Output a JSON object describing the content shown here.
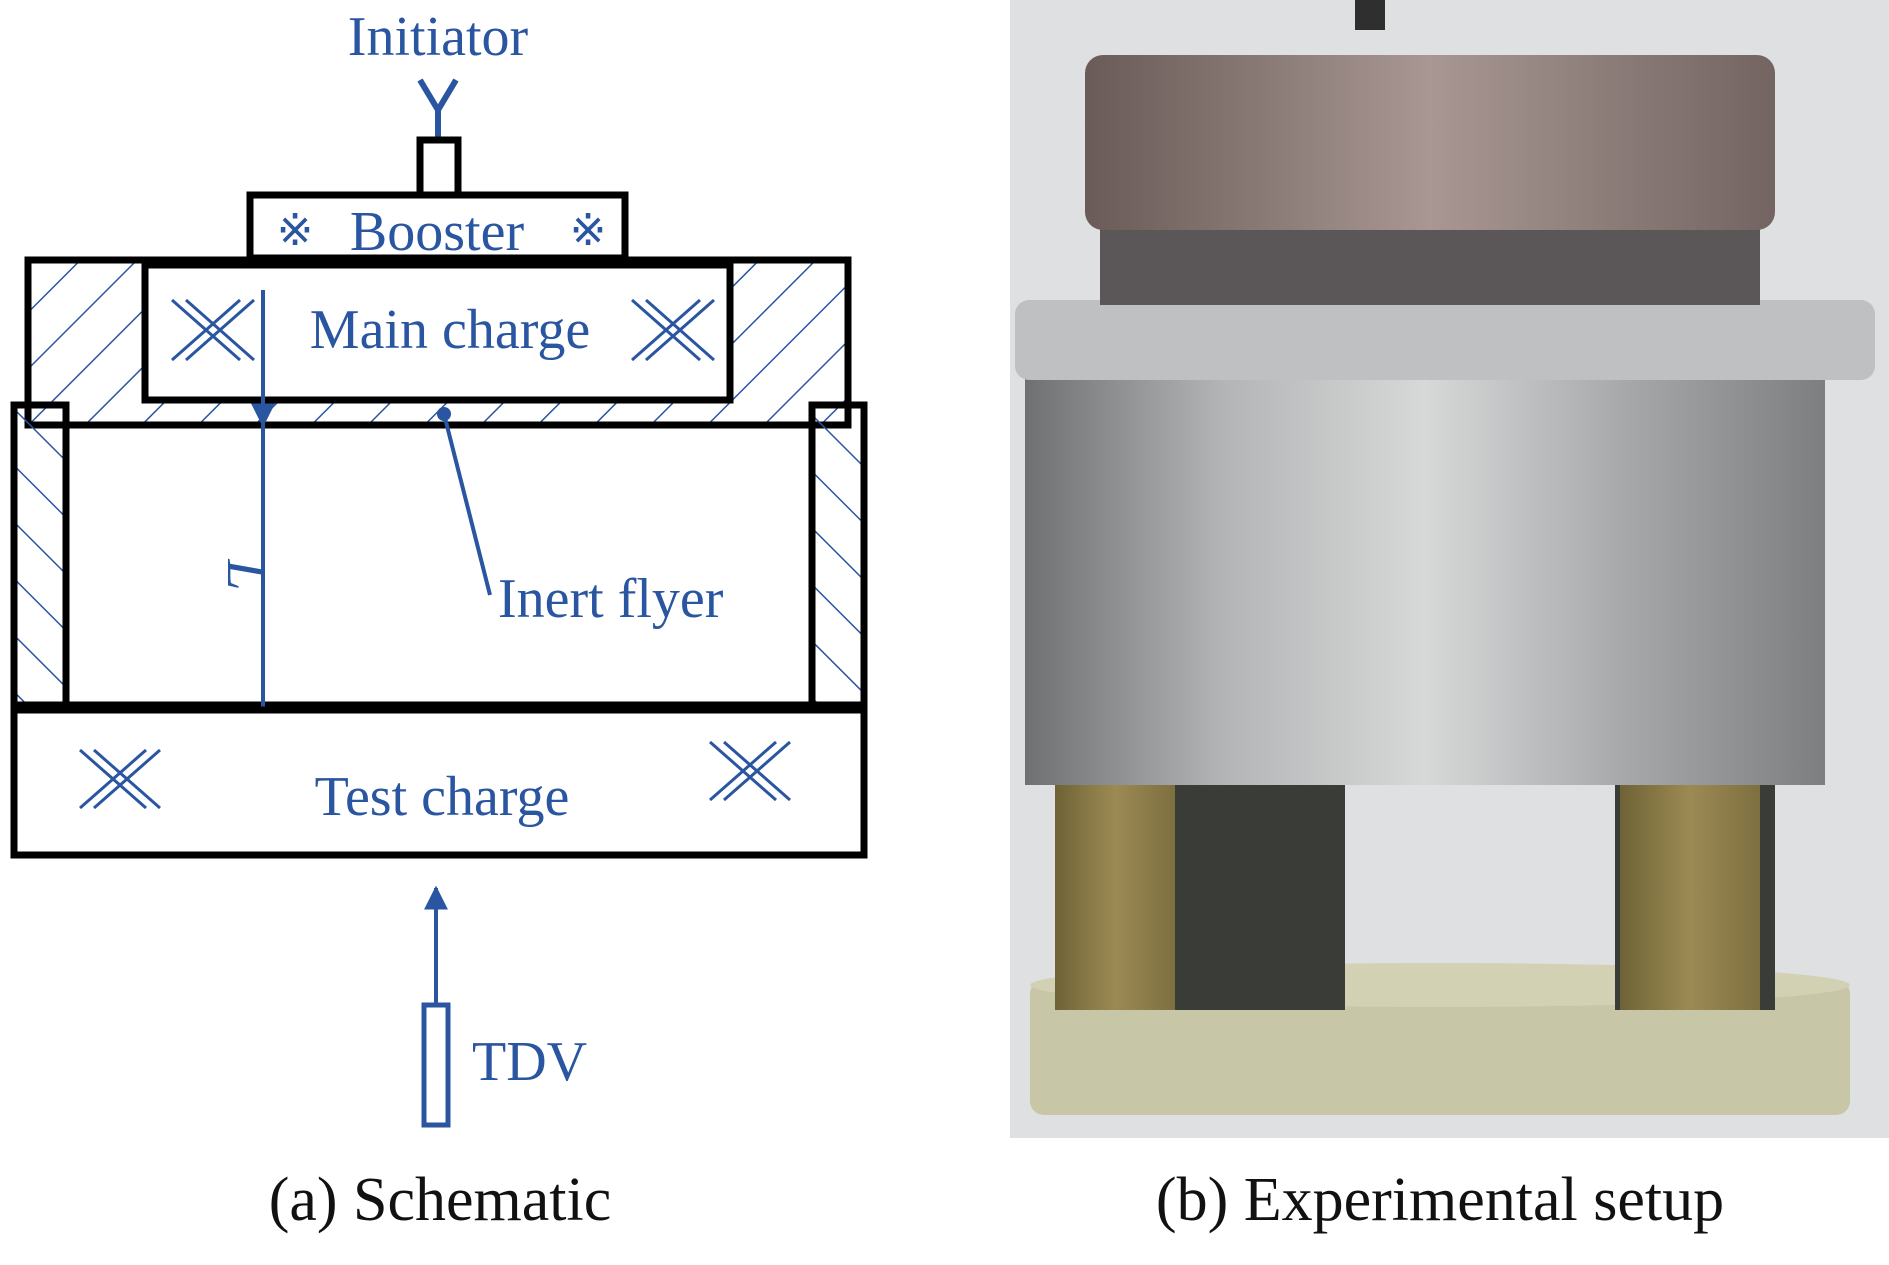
{
  "colors": {
    "outline": "#000000",
    "annotation": "#2a55a0",
    "hatch": "#2a55a0"
  },
  "schematic": {
    "labels": {
      "initiator": "Initiator",
      "booster": "Booster",
      "main_charge": "Main charge",
      "inert_flyer": "Inert flyer",
      "distance": "L",
      "test_charge": "Test charge",
      "tdv": "TDV"
    },
    "symbols": {
      "booster_mark": "※"
    }
  },
  "captions": {
    "a": "(a) Schematic",
    "b": "(b) Experimental setup"
  }
}
